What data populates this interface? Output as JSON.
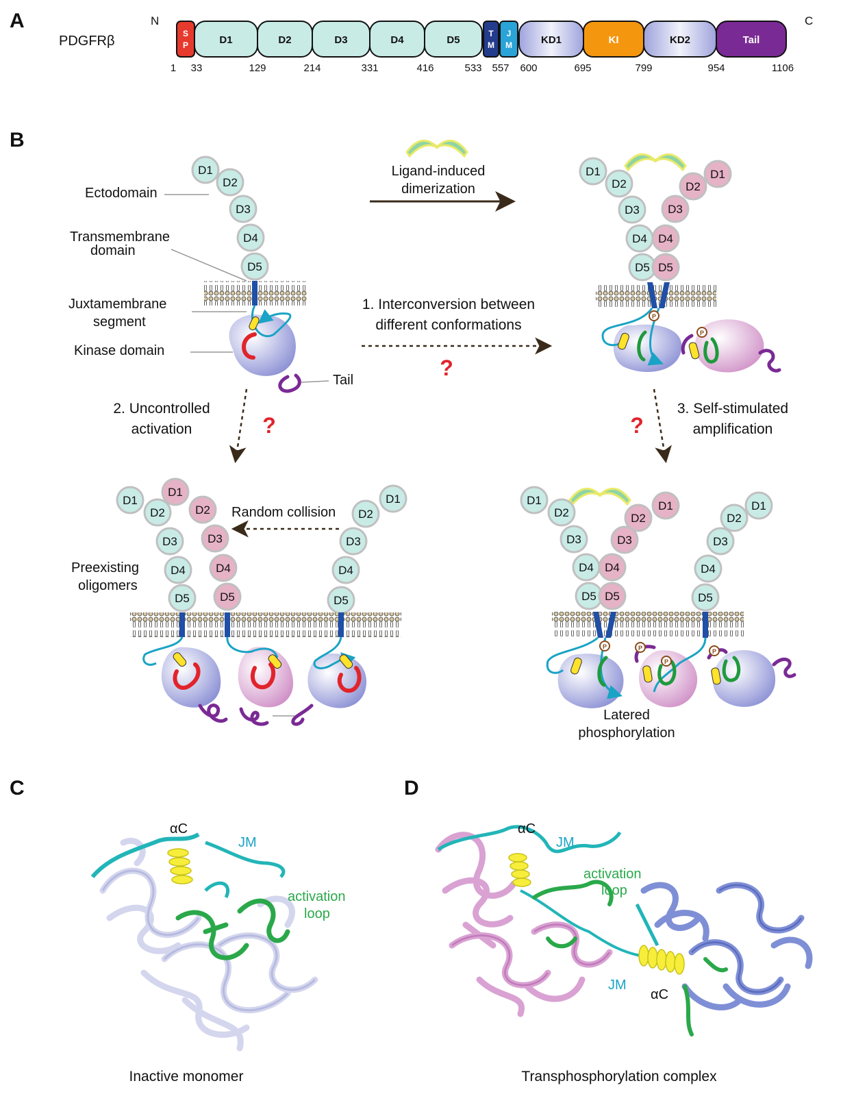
{
  "panels": {
    "a": "A",
    "b": "B",
    "c": "C",
    "d": "D"
  },
  "panel_a": {
    "protein": "PDGFRβ",
    "n_term": "N",
    "c_term": "C",
    "domains": [
      {
        "label": "S\nP",
        "color": "#e63a2e"
      },
      {
        "label": "D1",
        "color": "#c8ebe6"
      },
      {
        "label": "D2",
        "color": "#c8ebe6"
      },
      {
        "label": "D3",
        "color": "#c8ebe6"
      },
      {
        "label": "D4",
        "color": "#c8ebe6"
      },
      {
        "label": "D5",
        "color": "#c8ebe6"
      },
      {
        "label": "T\nM",
        "color": "#243c8c"
      },
      {
        "label": "J\nM",
        "color": "#2aa3d8"
      },
      {
        "label": "KD1",
        "color": "#c6c9ea"
      },
      {
        "label": "KI",
        "color": "#f5960f"
      },
      {
        "label": "KD2",
        "color": "#c6c9ea"
      },
      {
        "label": "Tail",
        "color": "#7a2a94"
      }
    ],
    "positions": [
      "1",
      "33",
      "129",
      "214",
      "331",
      "416",
      "533",
      "557",
      "600",
      "695",
      "799",
      "954",
      "1106"
    ]
  },
  "panel_b": {
    "ligand_label_1": "Ligand-induced",
    "ligand_label_2": "dimerization",
    "ectodomain": "Ectodomain",
    "tm_1": "Transmembrane",
    "tm_2": "domain",
    "jm_1": "Juxtamembrane",
    "jm_2": "segment",
    "kinase": "Kinase domain",
    "tail": "Tail",
    "step1_1": "1. Interconversion between",
    "step1_2": "different conformations",
    "step2_1": "2. Uncontrolled",
    "step2_2": "activation",
    "step3_1": "3. Self-stimulated",
    "step3_2": "amplification",
    "question": "?",
    "random": "Random collision",
    "preexisting_1": "Preexisting",
    "preexisting_2": "oligomers",
    "latered_1": "Latered",
    "latered_2": "phosphorylation",
    "domain_names": [
      "D1",
      "D2",
      "D3",
      "D4",
      "D5"
    ],
    "phospho": "P"
  },
  "panel_c": {
    "ac": "αC",
    "jm": "JM",
    "loop_1": "activation",
    "loop_2": "loop",
    "caption": "Inactive monomer"
  },
  "panel_d": {
    "ac_top": "αC",
    "jm_top": "JM",
    "loop_1": "activation",
    "loop_2": "loop",
    "jm_bottom": "JM",
    "ac_bottom": "αC",
    "caption": "Transphosphorylation complex"
  },
  "colors": {
    "cyan_domain": "#c8ebe6",
    "pink_domain": "#e6b2c6",
    "kinase_blue": "#b9bde6",
    "kinase_pink": "#e3b8d9",
    "tm_blue": "#1f4fa6",
    "jm_cyan": "#1aa3c4",
    "tail_purple": "#7a2a94",
    "activation_red": "#e0242c",
    "loop_green": "#1f9a3c",
    "helix_yellow": "#ffe22a"
  }
}
